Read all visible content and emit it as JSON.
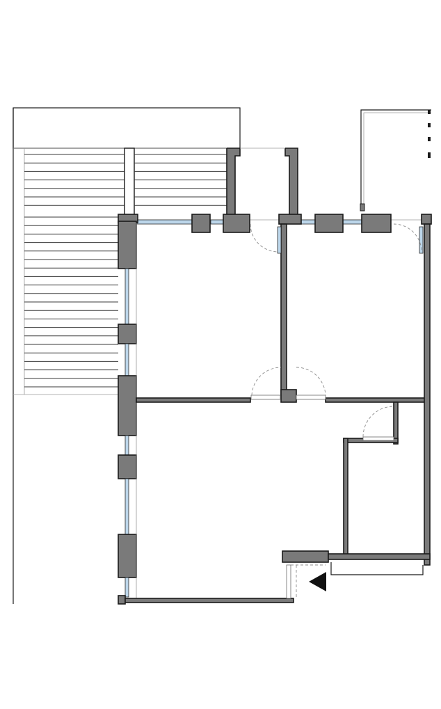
{
  "drawing": {
    "kind": "architectural floor plan",
    "elements": [
      "terrace-deck",
      "pergola-roof",
      "bedroom-1",
      "bedroom-2",
      "living-room",
      "bathroom",
      "entrance",
      "balcony"
    ],
    "annotations": [],
    "colors": {
      "wall_fill": "#7a7a7a",
      "wall_stroke": "#1a1a1a",
      "glass": "#bcd6ea",
      "background": "#ffffff",
      "entry_arrow": "#111111"
    }
  }
}
